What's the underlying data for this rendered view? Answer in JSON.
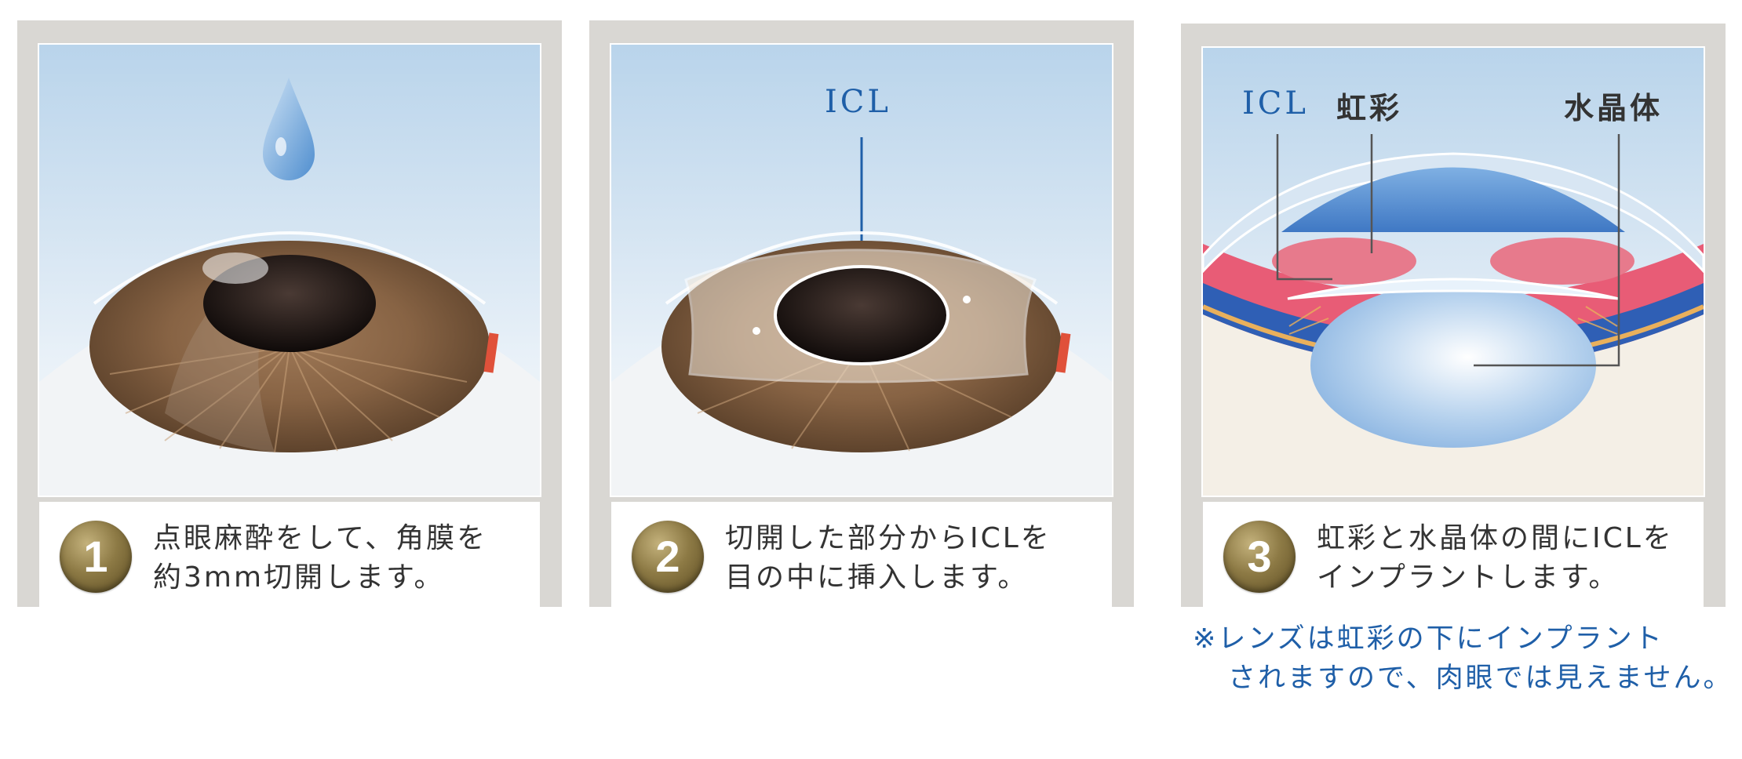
{
  "steps": [
    {
      "number": "1",
      "line1": "点眼麻酔をして、角膜を",
      "line2": "約3mm切開します。"
    },
    {
      "number": "2",
      "line1": "切開した部分からICLを",
      "line2": "目の中に挿入します。",
      "label_icl": "ICL"
    },
    {
      "number": "3",
      "line1": "虹彩と水晶体の間にICLを",
      "line2": "インプラントします。",
      "label_icl": "ICL",
      "label_iris": "虹彩",
      "label_lens": "水晶体"
    }
  ],
  "footnote": {
    "line1": "※レンズは虹彩の下にインプラント",
    "line2": "されますので、肉眼では見えません。"
  },
  "colors": {
    "panel_frame": "#d9d7d3",
    "label_blue": "#1f5fa8",
    "badge_gold": "#8d7a45",
    "iris_brown": "#7a5a3f",
    "iris_red": "#e2707a"
  }
}
